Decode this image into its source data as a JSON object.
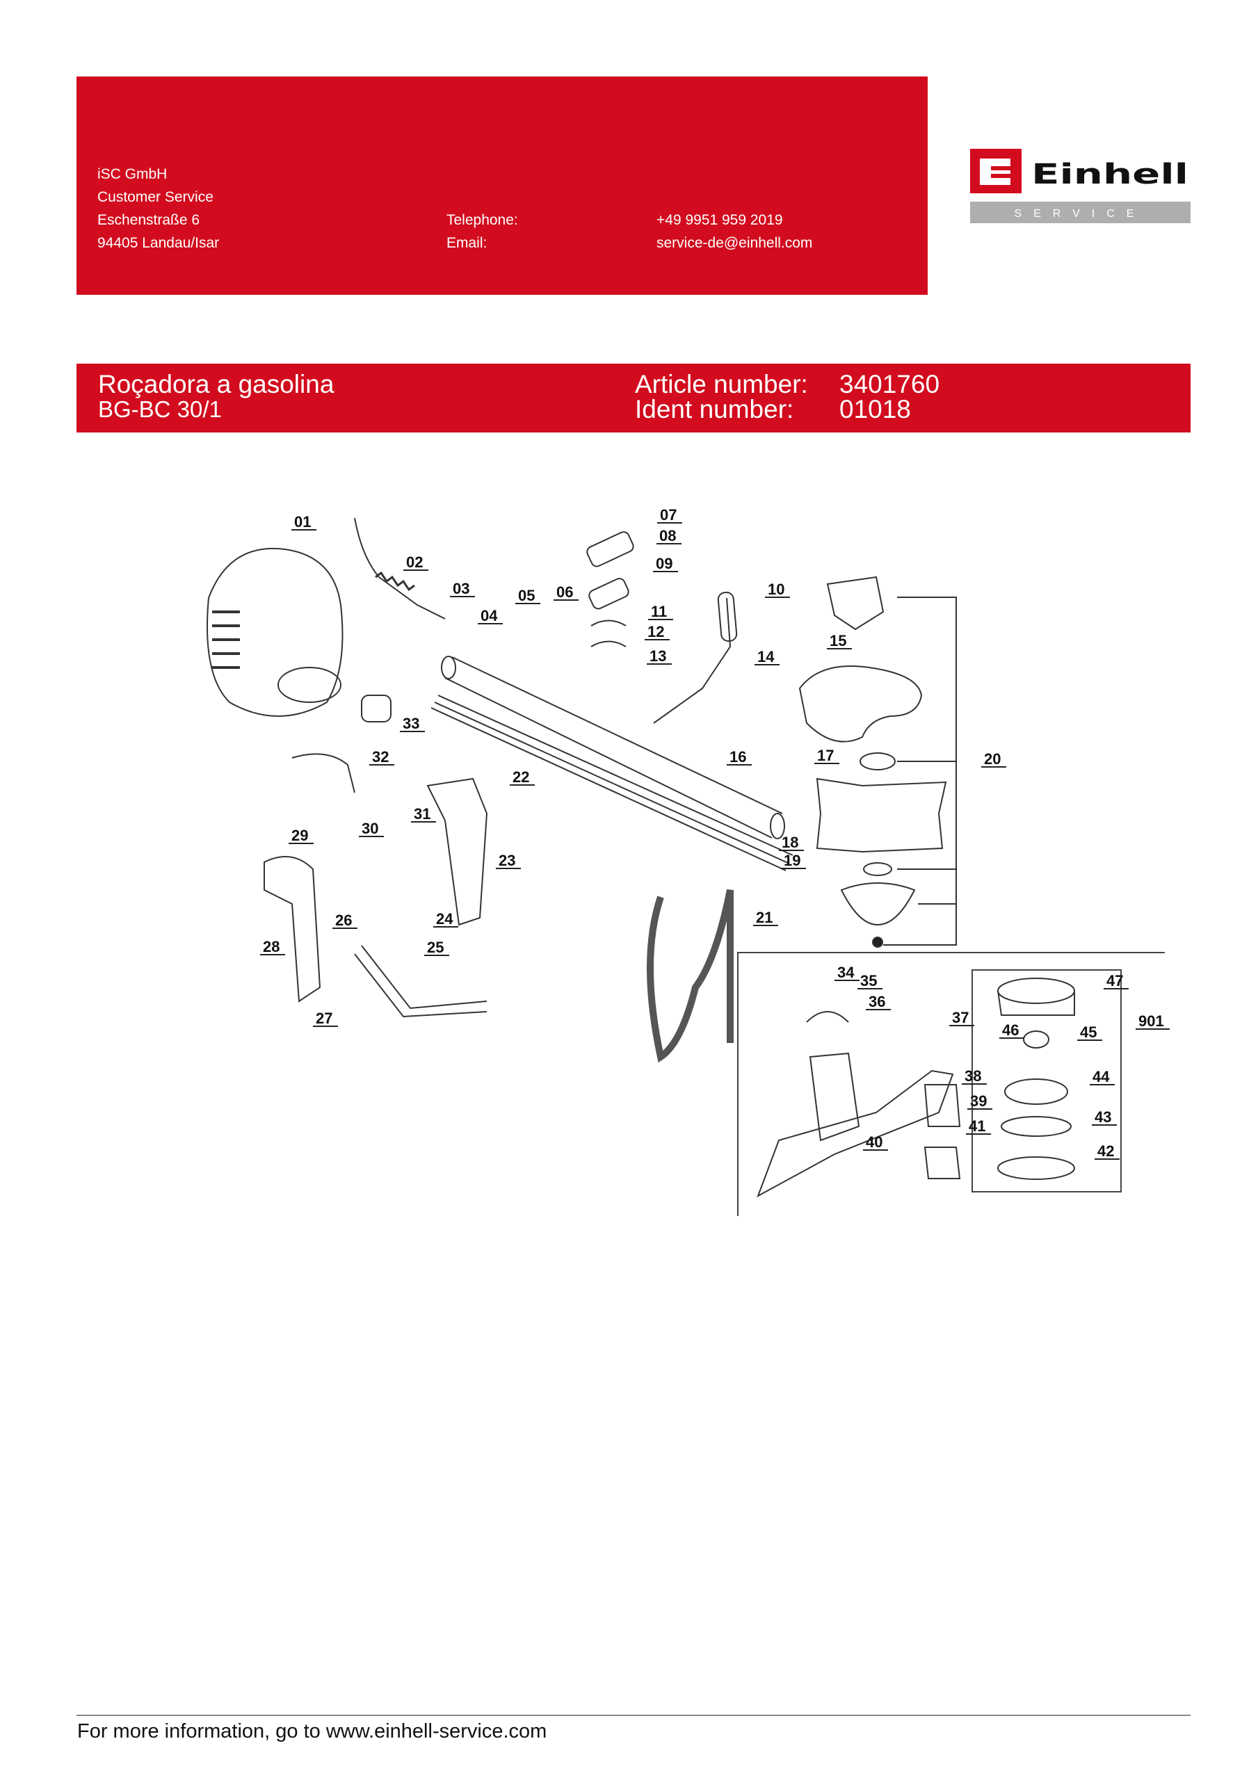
{
  "header": {
    "company": "iSC GmbH",
    "department": "Customer Service",
    "street": "Eschenstraße 6",
    "city": "94405 Landau/Isar",
    "telephone_label": "Telephone:",
    "telephone_value": "+49 9951 959 2019",
    "email_label": "Email:",
    "email_value": "service-de@einhell.com",
    "brand_color": "#d20c1e"
  },
  "logo": {
    "brand": "Einhell",
    "sub": "SERVICE"
  },
  "product": {
    "name": "Roçadora a gasolina",
    "model": "BG-BC 30/1",
    "article_label": "Article number:",
    "article_value": "3401760",
    "ident_label": "Ident number:",
    "ident_value": "01018"
  },
  "diagram": {
    "part_numbers": [
      "01",
      "02",
      "03",
      "04",
      "05",
      "06",
      "07",
      "08",
      "09",
      "10",
      "11",
      "12",
      "13",
      "14",
      "15",
      "16",
      "17",
      "18",
      "19",
      "20",
      "21",
      "22",
      "23",
      "24",
      "25",
      "26",
      "27",
      "28",
      "29",
      "30",
      "31",
      "32",
      "33",
      "34",
      "35",
      "36",
      "37",
      "38",
      "39",
      "40",
      "41",
      "42",
      "43",
      "44",
      "45",
      "46",
      "47",
      "901"
    ]
  },
  "footer": {
    "text": "For more information, go to www.einhell-service.com"
  }
}
